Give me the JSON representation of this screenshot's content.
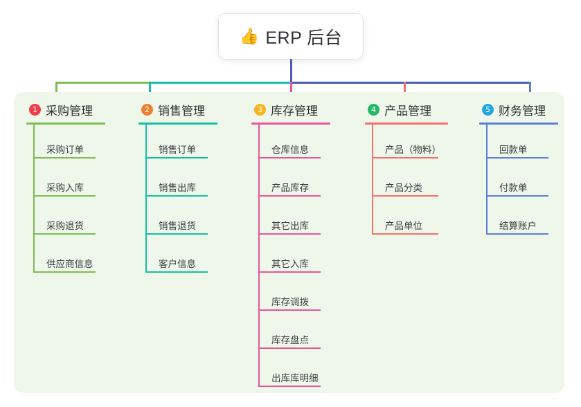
{
  "root": {
    "icon": "thumbs-up-icon",
    "emoji": "👍",
    "title": "ERP 后台"
  },
  "colors": {
    "panel_bg": "#eff7ea",
    "stem": "#4a5ab8",
    "branch_green": "#7cbc52",
    "branch_teal": "#14bfa5",
    "branch_pink": "#e8559b",
    "branch_red": "#f2706e",
    "branch_blue": "#5b7fd4",
    "badge_1": "#ee3f4d",
    "badge_2": "#f08030",
    "badge_3": "#f5b521",
    "badge_4": "#22b865",
    "badge_5": "#24a7e0"
  },
  "columns": [
    {
      "number": "1",
      "title": "采购管理",
      "badge_color": "#ee3f4d",
      "line_color": "#7cbc52",
      "items": [
        {
          "label": "采购订单"
        },
        {
          "label": "采购入库"
        },
        {
          "label": "采购退货"
        },
        {
          "label": "供应商信息"
        }
      ]
    },
    {
      "number": "2",
      "title": "销售管理",
      "badge_color": "#f08030",
      "line_color": "#14bfa5",
      "items": [
        {
          "label": "销售订单"
        },
        {
          "label": "销售出库"
        },
        {
          "label": "销售退货"
        },
        {
          "label": "客户信息"
        }
      ]
    },
    {
      "number": "3",
      "title": "库存管理",
      "badge_color": "#f5b521",
      "line_color": "#e8559b",
      "items": [
        {
          "label": "仓库信息"
        },
        {
          "label": "产品库存"
        },
        {
          "label": "其它出库"
        },
        {
          "label": "其它入库"
        },
        {
          "label": "库存调拨"
        },
        {
          "label": "库存盘点"
        },
        {
          "label": "出库库明细"
        }
      ]
    },
    {
      "number": "4",
      "title": "产品管理",
      "badge_color": "#22b865",
      "line_color": "#f2706e",
      "items": [
        {
          "label": "产品（物料）"
        },
        {
          "label": "产品分类"
        },
        {
          "label": "产品单位"
        }
      ]
    },
    {
      "number": "5",
      "title": "财务管理",
      "badge_color": "#24a7e0",
      "line_color": "#5b7fd4",
      "items": [
        {
          "label": "回款单"
        },
        {
          "label": "付款单"
        },
        {
          "label": "结算账户"
        }
      ]
    }
  ]
}
